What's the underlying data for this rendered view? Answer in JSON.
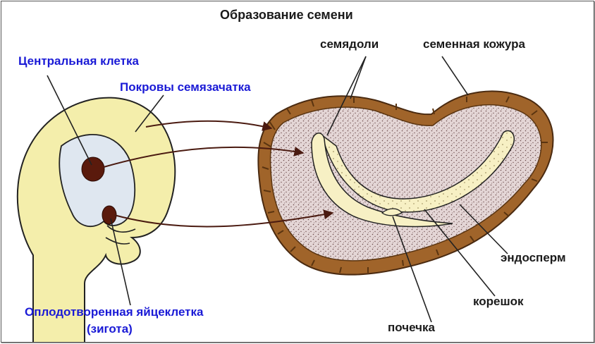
{
  "title": "Образование семени",
  "labels": {
    "central_cell": "Центральная клетка",
    "integuments": "Покровы  семязачатка",
    "fertilized_egg_line1": "Оплодотворенная яйцеклетка",
    "fertilized_egg_line2": "(зигота)",
    "cotyledons": "семядоли",
    "seed_coat": "семенная кожура",
    "endosperm": "эндосперм",
    "radicle": "корешок",
    "plumule": "почечка"
  },
  "colors": {
    "ovule_fill": "#f4eeab",
    "embryo_sac_fill": "#dfe7f0",
    "nucleus_fill": "#5a1a0c",
    "seed_coat_fill": "#a0642a",
    "endosperm_fill": "#e4d6d6",
    "embryo_fill": "#f7f0c4",
    "outline": "#222222",
    "label_blue": "#1a1ad6",
    "label_black": "#1a1a1a"
  }
}
